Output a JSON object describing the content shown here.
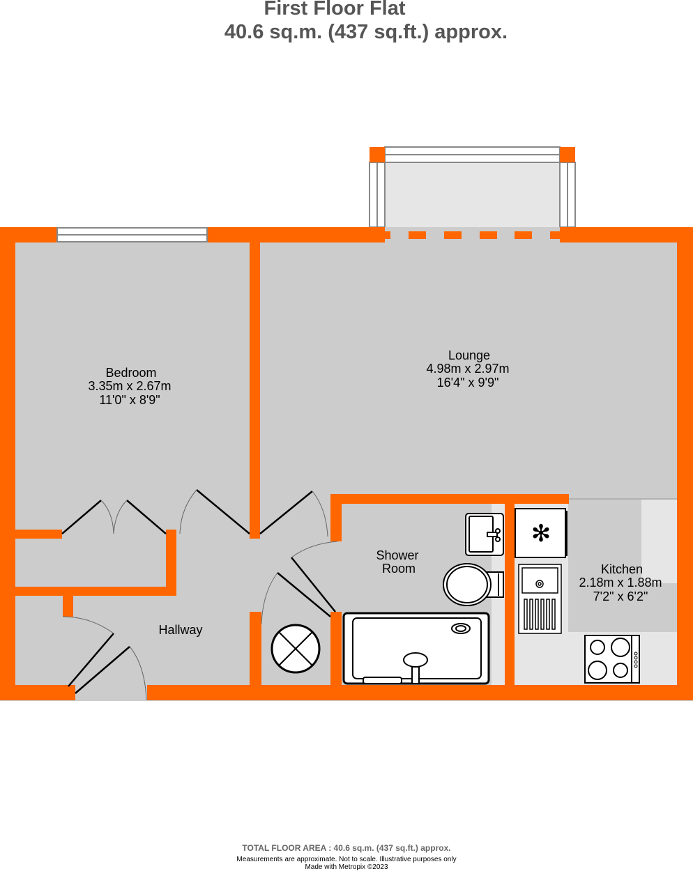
{
  "header": {
    "title": "First Floor Flat",
    "area": "40.6 sq.m. (437 sq.ft.) approx."
  },
  "rooms": {
    "bedroom": {
      "name": "Bedroom",
      "metric": "3.35m  x 2.67m",
      "imperial": "11'0\"  x 8'9\""
    },
    "lounge": {
      "name": "Lounge",
      "metric": "4.98m  x 2.97m",
      "imperial": "16'4\"  x 9'9\""
    },
    "shower": {
      "name1": "Shower",
      "name2": "Room"
    },
    "kitchen": {
      "name": "Kitchen",
      "metric": "2.18m  x 1.88m",
      "imperial": "7'2\"  x 6'2\""
    },
    "hallway": {
      "name": "Hallway"
    }
  },
  "footer": {
    "total": "TOTAL FLOOR AREA : 40.6 sq.m. (437 sq.ft.) approx.",
    "disclaimer": "Measurements are approximate.  Not to scale.  Illustrative purposes only",
    "credit": "Made with Metropix ©2023"
  },
  "colors": {
    "wall": "#FF6600",
    "floor": "#CCCCCC",
    "light": "#E6E6E6"
  }
}
